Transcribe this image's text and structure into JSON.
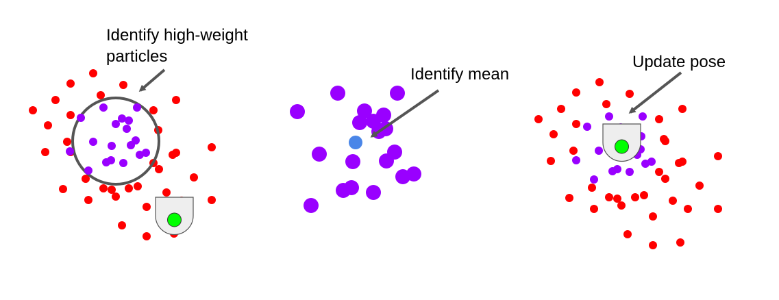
{
  "colors": {
    "background": "#ffffff",
    "particle_low_weight": "#ff0000",
    "particle_high_weight": "#9900ff",
    "mean": "#4a86e8",
    "robot_body": "#eeeeee",
    "robot_outline": "#555555",
    "robot_sensor": "#00ff00",
    "annotation": "#555555",
    "text": "#000000"
  },
  "panels": [
    {
      "label_lines": [
        "Identify high-weight",
        "particles"
      ],
      "elements": [
        "red-particles",
        "purple-particles",
        "selection-circle",
        "robot-icon",
        "arrow"
      ]
    },
    {
      "label_lines": [
        "Identify mean"
      ],
      "elements": [
        "purple-particles",
        "mean-point",
        "arrow"
      ]
    },
    {
      "label_lines": [
        "Update pose"
      ],
      "elements": [
        "red-particles",
        "purple-particles",
        "robot-icon",
        "arrow"
      ]
    }
  ]
}
